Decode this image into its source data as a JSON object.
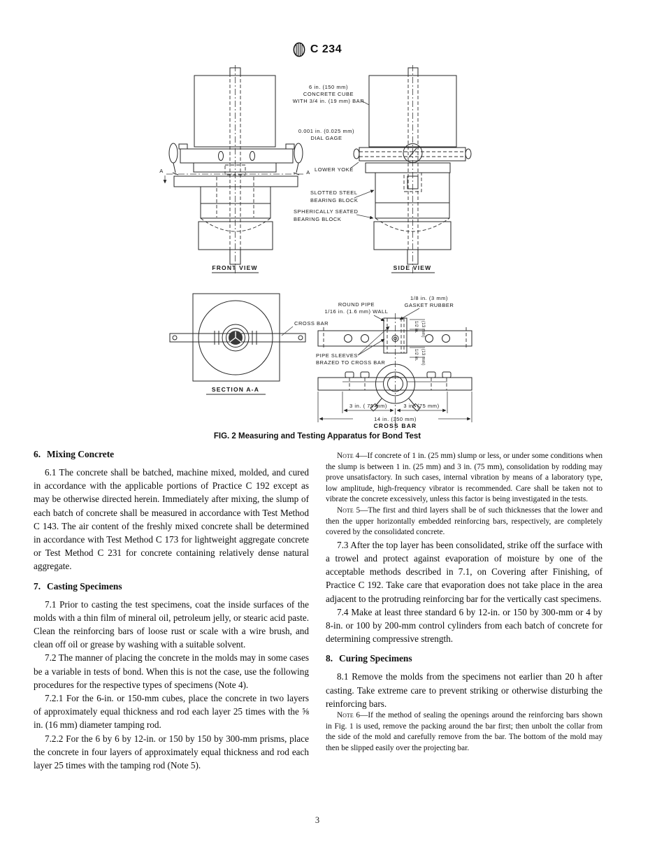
{
  "header": {
    "code": "C 234",
    "logo": "ASTM-monogram"
  },
  "figure": {
    "caption": "FIG. 2 Measuring and Testing Apparatus for Bond Test",
    "titles": {
      "front": "FRONT VIEW",
      "side": "SIDE VIEW",
      "section": "SECTION A-A",
      "crossbar": "CROSS BAR"
    },
    "labels": {
      "cube1": "6 in. (150 mm)",
      "cube2": "CONCRETE CUBE",
      "cube3": "WITH 3/4 in. (19 mm) BAR",
      "dial1": "0.001 in. (0.025 mm)",
      "dial2": "DIAL GAGE",
      "a_left": "A",
      "a_right": "A",
      "lower_yoke": "LOWER YOKE",
      "slotted1": "SLOTTED STEEL",
      "slotted2": "BEARING BLOCK",
      "spherical1": "SPHERICALLY SEATED",
      "spherical2": "BEARING BLOCK",
      "crossbar_callout": "CROSS BAR",
      "round_pipe1": "ROUND PIPE",
      "round_pipe2": "1/16 in. (1.6 mm) WALL",
      "gasket1": "1/8 in. (3 mm)",
      "gasket2": "GASKET RUBBER",
      "sleeves1": "PIPE SLEEVES",
      "sleeves2": "BRAZED TO CROSS BAR",
      "dim_half_top_a": "1/2 in.",
      "dim_half_top_b": "(13 mm)",
      "dim_half_bot_a": "1/2 in.",
      "dim_half_bot_b": "(13 mm)",
      "dim3_left": "3 in. ( 75 mm)",
      "dim3_right": "3 in. (75 mm)",
      "dim14": "14 in. (350 mm)"
    }
  },
  "content": {
    "left": {
      "h6_num": "6.",
      "h6_title": "Mixing Concrete",
      "p61": "6.1  The concrete shall be batched, machine mixed, molded, and cured in accordance with the applicable portions of Practice C 192 except as may be otherwise directed herein. Immediately after mixing, the slump of each batch of concrete shall be measured in accordance with Test Method C 143. The air content of the freshly mixed concrete shall be determined in accordance with Test Method C 173 for lightweight aggregate concrete or Test Method C 231 for concrete containing relatively dense natural aggregate.",
      "h7_num": "7.",
      "h7_title": "Casting Specimens",
      "p71": "7.1  Prior to casting the test specimens, coat the inside surfaces of the molds with a thin film of mineral oil, petroleum jelly, or stearic acid paste. Clean the reinforcing bars of loose rust or scale with a wire brush, and clean off oil or grease by washing with a suitable solvent.",
      "p72": "7.2  The manner of placing the concrete in the molds may in some cases be a variable in tests of bond. When this is not the case, use the following procedures for the respective types of specimens (Note 4).",
      "p721": "7.2.1  For the 6-in. or 150-mm cubes, place the concrete in two layers of approximately equal thickness and rod each layer 25 times with the ⅝ in. (16 mm) diameter tamping rod.",
      "p722": "7.2.2  For the 6 by 6 by 12-in. or 150 by 150 by 300-mm prisms, place the concrete in four layers of approximately equal thickness and rod each layer 25 times with the tamping rod (Note 5)."
    },
    "right": {
      "note4_label": "Note 4",
      "note4_text": "—If concrete of 1 in. (25 mm) slump or less, or under some conditions when the slump is between 1 in. (25 mm) and 3 in. (75 mm), consolidation by rodding may prove unsatisfactory. In such cases, internal vibration by means of a laboratory type, low amplitude, high-frequency vibrator is recommended. Care shall be taken not to vibrate the concrete excessively, unless this factor is being investigated in the tests.",
      "note5_label": "Note 5",
      "note5_text": "—The first and third layers shall be of such thicknesses that the lower and then the upper horizontally embedded reinforcing bars, respectively, are completely covered by the consolidated concrete.",
      "p73": "7.3  After the top layer has been consolidated, strike off the surface with a trowel and protect against evaporation of moisture by one of the acceptable methods described in 7.1, on Covering after Finishing, of Practice C 192. Take care that evaporation does not take place in the area adjacent to the protruding reinforcing bar for the vertically cast specimens.",
      "p74": "7.4  Make at least three standard 6 by 12-in. or 150 by 300-mm or 4 by 8-in. or 100 by 200-mm control cylinders from each batch of concrete for determining compressive strength.",
      "h8_num": "8.",
      "h8_title": "Curing Specimens",
      "p81": "8.1  Remove the molds from the specimens not earlier than 20 h after casting. Take extreme care to prevent striking or otherwise disturbing the reinforcing bars.",
      "note6_label": "Note 6",
      "note6_text": "—If the method of sealing the openings around the reinforcing bars shown in Fig. 1 is used, remove the packing around the bar first; then unbolt the collar from the side of the mold and carefully remove from the bar. The bottom of the mold may then be slipped easily over the projecting bar."
    }
  },
  "footer": {
    "page": "3"
  }
}
